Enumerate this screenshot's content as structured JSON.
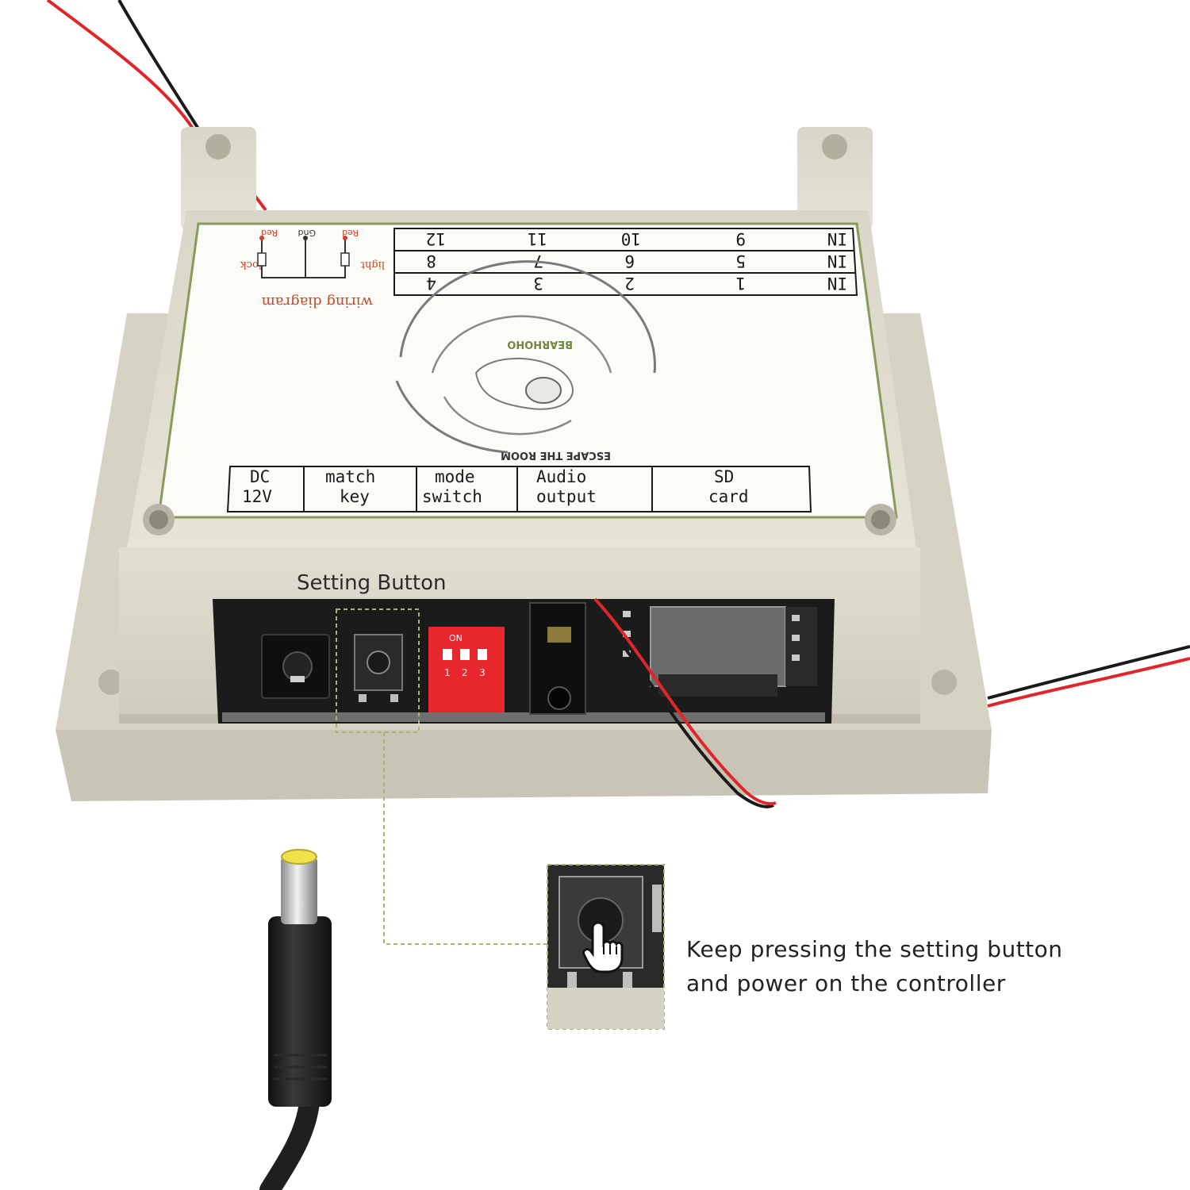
{
  "panel": {
    "inputs": {
      "row_label": "IN",
      "rows": [
        [
          "1",
          "2",
          "3",
          "4"
        ],
        [
          "5",
          "6",
          "7",
          "8"
        ],
        [
          "9",
          "10",
          "11",
          "12"
        ]
      ]
    },
    "wiring": {
      "title": "wiring diagram",
      "terminals": [
        "Red",
        "Gnd",
        "Red"
      ],
      "devices": [
        "light",
        "lock"
      ]
    },
    "logo": {
      "brand": "BEARHOHO",
      "tagline": "ESCAPE THE ROOM"
    },
    "ports": [
      {
        "line1": "DC",
        "line2": "12V"
      },
      {
        "line1": "match",
        "line2": "key"
      },
      {
        "line1": "mode",
        "line2": "switch"
      },
      {
        "line1": "Audio",
        "line2": "output"
      },
      {
        "line1": "SD",
        "line2": "card"
      }
    ],
    "dip_switch": {
      "on_label": "ON",
      "positions": [
        "1",
        "2",
        "3"
      ]
    }
  },
  "callout": {
    "title": "Setting Button",
    "note_line1": "Keep pressing the setting button",
    "note_line2": "and power on the controller"
  },
  "colors": {
    "enclosure": "#dcd9cc",
    "board": "#1b1b1b",
    "dip_switch": "#e8262e",
    "wire_red": "#e0262a",
    "wire_black": "#1a1a1a",
    "border_green": "#8a9a5b",
    "highlight_box": "#a9b56a"
  },
  "icons": [
    "hand-pointer-icon",
    "power-plug-icon",
    "tactile-button-icon"
  ]
}
